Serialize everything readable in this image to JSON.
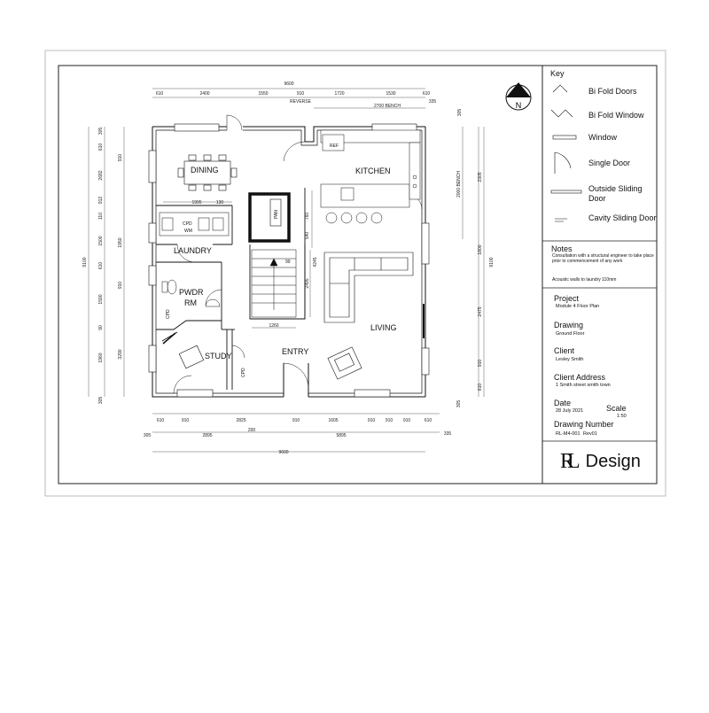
{
  "north_label": "N",
  "rooms": {
    "dining": "DINING",
    "kitchen": "KITCHEN",
    "laundry": "LAUNDRY",
    "pwdr": "PWDR",
    "rm": "RM",
    "study": "STUDY",
    "entry": "ENTRY",
    "living": "LIVING"
  },
  "fixtures": {
    "ref": "REF",
    "cpd_laundry": "CPD",
    "wm": "WM",
    "pan": "PAN",
    "cpd_pwdr": "CPD",
    "cpd_study": "CPD",
    "stair_num": "99"
  },
  "dimensions": {
    "top_total": "9600",
    "top_row": [
      "610",
      "2400",
      "1550",
      "910",
      "1720",
      "1530",
      "610"
    ],
    "reverse_label": "REVERSE",
    "bench_top": "2700 BENCH",
    "top_right_small": "335",
    "top_right_vert": "305",
    "bottom_row": [
      "610",
      "910",
      "2825",
      "910",
      "1605",
      "910",
      "910",
      "910",
      "610"
    ],
    "bottom_row2": [
      "305",
      "2895",
      "200",
      "5895",
      "335"
    ],
    "bottom_total": "9600",
    "left_outer": "9100",
    "left_inner": [
      "305",
      "610",
      "2682",
      "912",
      "110",
      "1500",
      "610",
      "1590",
      "90",
      "1960",
      "305"
    ],
    "left_inner2": [
      "910",
      "1950",
      "910",
      "3290"
    ],
    "right_bench": "2000 BENCH",
    "right_top": "2305",
    "right_mid": "1800",
    "right_total": "9100",
    "right_lower": "2475",
    "right_910": "910",
    "right_610": "610",
    "right_305": "305",
    "dining_w": "1995",
    "dining_130": "130",
    "stair_w": "1260",
    "stair_h": "2495",
    "pan_540": "540",
    "pan_760": "760",
    "pan_4245": "4245"
  },
  "key": {
    "title": "Key",
    "items": [
      "Bi Fold Doors",
      "Bi Fold Window",
      "Window",
      "Single Door",
      "Outside Sliding Door",
      "Cavity Sliding Door"
    ]
  },
  "notes": {
    "title": "Notes",
    "text": "Consultation with a structural engineer to take place prior to commencement of any work",
    "acoustic": "Acoustic walls to laundry 110mm"
  },
  "title_block": {
    "project_label": "Project",
    "project_value": "Module 4 Floor Plan",
    "drawing_label": "Drawing",
    "drawing_value": "Ground Floor",
    "client_label": "Client",
    "client_value": "Lesley Smith",
    "address_label": "Client Address",
    "address_value": "1 Smith street smith town",
    "date_label": "Date",
    "date_value": "28 July 2021",
    "scale_label": "Scale",
    "scale_value": "1:50",
    "number_label": "Drawing Number",
    "number_value": "RL-M4-001",
    "rev_value": "Rev01"
  },
  "logo": {
    "mark": "RL",
    "text": "Design"
  }
}
